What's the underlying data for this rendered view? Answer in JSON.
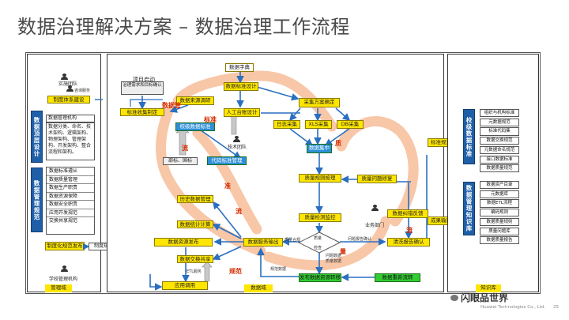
{
  "slide": {
    "title": "数据治理解决方案 – 数据治理工作流程",
    "footer_company": "Huawei Technologies Co., Ltd.",
    "footer_page": "25",
    "watermark": "闪眼品世界"
  },
  "colors": {
    "blue_box": "#1f5fa8",
    "yellow_box": "#ffe600",
    "green_box": "#33cc33",
    "arrow": "#2a6fc0",
    "swirl": "#f6b58a"
  },
  "left": {
    "implementation_team": "实施团队",
    "consulting_service": "咨询服务",
    "sys_build": "制度体系建设",
    "zone_a_title": "数据顶层设计",
    "org": "数据管理机构",
    "design_text": "数据分类、命名、技术架构、逻辑架构、物理架构、管理架构、开发架构、整合流程和架构。",
    "zone_b_title": "数据管理规范",
    "specs": [
      "数据标准遵从",
      "数据质量管理",
      "数据生产职责",
      "数据资源保障",
      "数据安全职责",
      "应用开发规范",
      "交换共享规范"
    ],
    "system_publish": "制度化规范发布",
    "system_exec": "制度规范执行",
    "school_org": "学校管理机构",
    "mgmt_domain": "管理域"
  },
  "center": {
    "project_start": "项目启动",
    "requirements": "治理需求和目标确认",
    "data_dict": "数据字典",
    "std_collect": "标准收集制定",
    "data_source_research": "数据来源调研",
    "std_design": "数据标准设计",
    "human_design": "人工台账设计",
    "collect_plan": "采集方案确定",
    "data_std_mgmt": "校级数据标准",
    "tech_team": "技术团队",
    "national_dept": "部标、国标",
    "code_mgmt": "代码标准管理",
    "log_collect": "日志采集",
    "xls_collect": "XLS采集",
    "db_collect": "DB采集",
    "data_center": "数据集中",
    "quality_rules": "质量规则梳理",
    "quality_fix": "质量问题修复",
    "quality_detect": "质量检测监控",
    "history_mgmt": "历史数据管理",
    "data_stat": "数据统计计算",
    "data_exchange": "数据交换共享",
    "master_publish": "数据资源发布",
    "app_call": "应用调用",
    "data_service_output": "数据服务输出",
    "data_domain": "数据域",
    "biz_dept": "业务部门",
    "data_fix": "数据纠错反馈",
    "judge_line1": "质量",
    "judge_line2": "检查",
    "issue_report": "问题报告确认",
    "cleaned_report": "清洗报告确认",
    "publish_confirm": "发布数据资源转移",
    "feedback_line": "数据重新流转",
    "tiny_labels": [
      "质量合规",
      "问题数据",
      "质量数据",
      "规范数据",
      "ETL服务"
    ],
    "orange_labels": [
      "数据管",
      "标准",
      "准",
      "流",
      "质",
      "量",
      "流",
      "规范",
      "流"
    ]
  },
  "right": {
    "std_arrow": "标准规范",
    "output_arrow": "成果输出",
    "zone_c_title": "校级数据标准",
    "std_items": [
      "组织与机构标准",
      "元数据规范",
      "标准代码集",
      "数据交换规范",
      "元数据命名规范",
      "接口数据标准",
      "数据质量规范"
    ],
    "zone_d_title": "数据管理知识库",
    "kb_items": [
      "数据资产目录",
      "元数据库",
      "数据ETL流程",
      "编码规则",
      "数据质量规则",
      "质量问题库",
      "数据质量报告"
    ],
    "kb_label": "知识库"
  }
}
